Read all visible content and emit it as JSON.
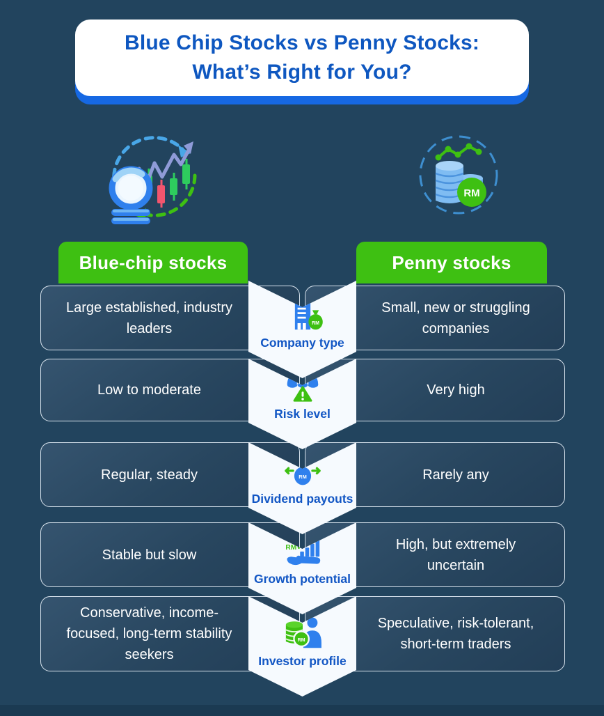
{
  "title": {
    "line1": "Blue Chip Stocks vs Penny Stocks:",
    "line2": "What’s Right for You?"
  },
  "columns": {
    "left_header": "Blue-chip stocks",
    "right_header": "Penny stocks"
  },
  "rows": [
    {
      "label": "Company type",
      "icon": "company-building-moneybag-icon",
      "left": "Large established, industry leaders",
      "right": "Small, new or struggling companies"
    },
    {
      "label": "Risk level",
      "icon": "umbrella-warning-icon",
      "left": "Low to moderate",
      "right": "Very high"
    },
    {
      "label": "Dividend payouts",
      "icon": "moneybag-payout-arrows-icon",
      "left": "Regular, steady",
      "right": "Rarely any"
    },
    {
      "label": "Growth potential",
      "icon": "hand-growth-chart-icon",
      "left": "Stable but slow",
      "right": "High, but extremely uncertain"
    },
    {
      "label": "Investor profile",
      "icon": "coins-person-icon",
      "left": "Conservative, income-focused, long-term stability seekers",
      "right": "Speculative, risk-tolerant, short-term traders"
    }
  ],
  "hero": {
    "left_icon": "candlestick-chart-coin-icon",
    "right_icon": "coin-stack-growth-rm-icon"
  },
  "icon_texts": {
    "rm": "RM"
  },
  "colors": {
    "background": "#22445E",
    "title_text": "#0E57C0",
    "card_white": "#FFFFFF",
    "card_underlay_blue": "#1668E3",
    "header_green": "#3EC012",
    "band_white": "#F6FAFE",
    "label_blue": "#1256C4",
    "cell_border": "#D9E4EE",
    "icon_blue": "#2F80ED",
    "icon_green": "#3EC012",
    "bottom_strip": "#1B3A52"
  }
}
